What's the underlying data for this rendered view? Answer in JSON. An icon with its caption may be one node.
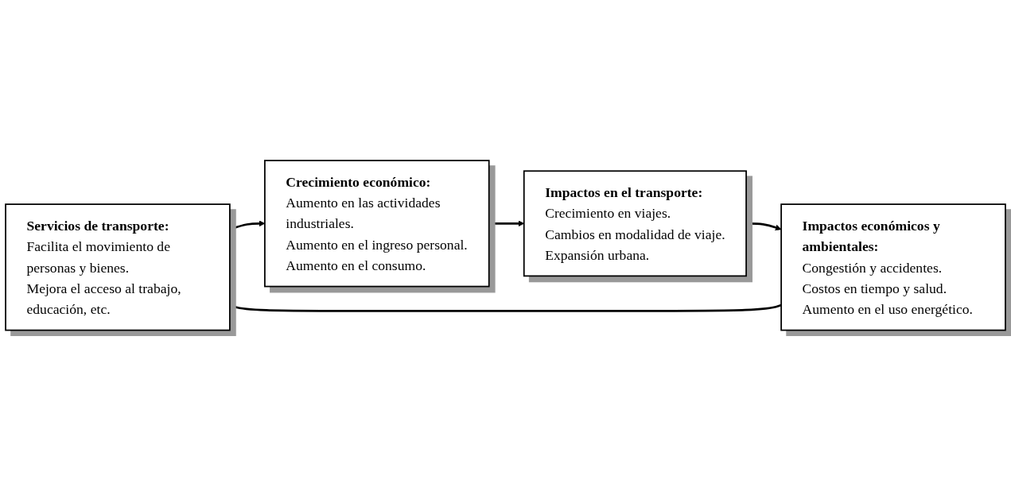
{
  "diagram": {
    "nodes": [
      {
        "text": [
          "Servicios de transporte:",
          "Facilita el movimiento de personas y bienes.",
          "Mejora el acceso al trabajo, educación, etc."
        ]
      },
      {
        "text": [
          "Crecimiento económico:",
          "Aumento en las actividades industriales.",
          "Aumento en el ingreso personal.",
          "Aumento en el consumo."
        ]
      },
      {
        "text": [
          "Impactos en el transporte:",
          "Crecimiento en viajes.",
          "Cambios en modalidad de viaje.",
          "Expansión urbana."
        ]
      },
      {
        "text": [
          "Impactos económicos y ambientales:",
          "Congestión y accidentes.",
          "Costos en tiempo y salud.",
          "Aumento en el uso energético."
        ]
      }
    ],
    "edges": [
      {
        "from": 0,
        "to": 1,
        "arrow": "to"
      },
      {
        "from": 1,
        "to": 2,
        "arrow": "to"
      },
      {
        "from": 2,
        "to": 3,
        "arrow": "to"
      },
      {
        "from": 3,
        "to": 0,
        "arrow": "to"
      }
    ]
  }
}
